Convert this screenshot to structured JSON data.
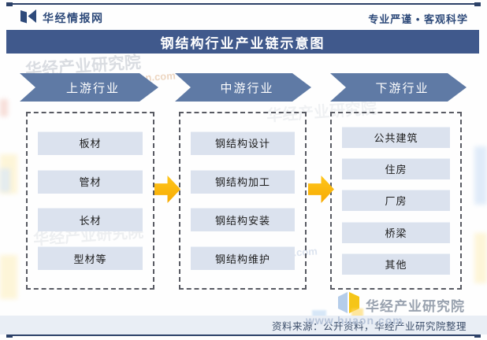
{
  "header": {
    "brand": "华经情报网",
    "slogan": "专业严谨 • 客观科学",
    "title": "钢结构行业产业链示意图"
  },
  "chain": {
    "stages": [
      {
        "label": "上游行业",
        "items": [
          "板材",
          "管材",
          "长材",
          "型材等"
        ]
      },
      {
        "label": "中游行业",
        "items": [
          "钢结构设计",
          "钢结构加工",
          "钢结构安装",
          "钢结构维护"
        ]
      },
      {
        "label": "下游行业",
        "items": [
          "公共建筑",
          "住房",
          "厂房",
          "桥梁",
          "其他"
        ]
      }
    ]
  },
  "footer": {
    "logo_text": "华经产业研究院",
    "source": "资料来源：公开资料，华经产业研究院整理"
  },
  "watermark": {
    "text": "华经产业研究院",
    "url": "www.huaon.com"
  },
  "colors": {
    "accent_navy": "#40598c",
    "chevron_blue": "#5f7aa5",
    "item_fill": "#dbe2ee",
    "arrow_yellow": "#f7a900",
    "rule_navy": "#2c4168",
    "source_bar": "#e9eef5"
  }
}
